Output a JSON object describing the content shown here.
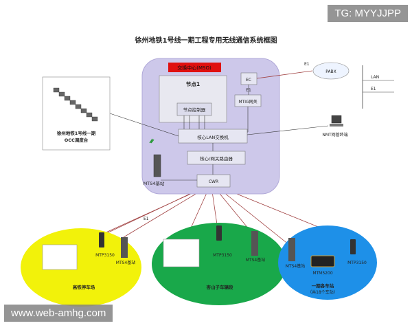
{
  "title": "徐州地铁1号线一期工程专用无线通信系统框图",
  "watermarks": {
    "top": "TG: MYYJJPP",
    "bottom": "www.web-amhg.com"
  },
  "central_node": {
    "exchange_label": "交换中心(MSO)",
    "node_title": "节点1",
    "node_controller": "节点控制器",
    "ec": "EC",
    "e1": "E1",
    "mtig": "MTIG网关",
    "core_lan": "核心LAN交换机",
    "core_gateway_router": "核心/网关路由器",
    "cwr": "CWR"
  },
  "pabx": {
    "label": "PABX",
    "e1": "E1"
  },
  "right_links": {
    "lan": "LAN",
    "e1": "E1"
  },
  "nmt": {
    "label": "NMT网管终端"
  },
  "occ": {
    "label_line1": "徐州地铁1号线一期",
    "label_line2": "OCC调度台"
  },
  "mts4_core": {
    "label": "MTS4基站"
  },
  "e1_link": "E1",
  "sites": [
    {
      "name": "高铁停车场",
      "devices": {
        "radio": "MTP3150",
        "station": "MTS4基站"
      }
    },
    {
      "name": "杏山子车辆段",
      "devices": {
        "radio": "MTP3150",
        "station": "MTS4基站"
      }
    },
    {
      "name_line1": "一期各车站",
      "name_line2": "（共18个车站）",
      "devices": {
        "station": "MTS4基站",
        "mobile": "MTM5200",
        "radio": "MTP3150"
      }
    }
  ],
  "colors": {
    "core_bg": "#cdc8ea",
    "yellow_site": "#f2f20a",
    "green_site": "#19a84a",
    "blue_site": "#1e90e8",
    "link": "#a04040",
    "red_bar": "#e01010"
  }
}
